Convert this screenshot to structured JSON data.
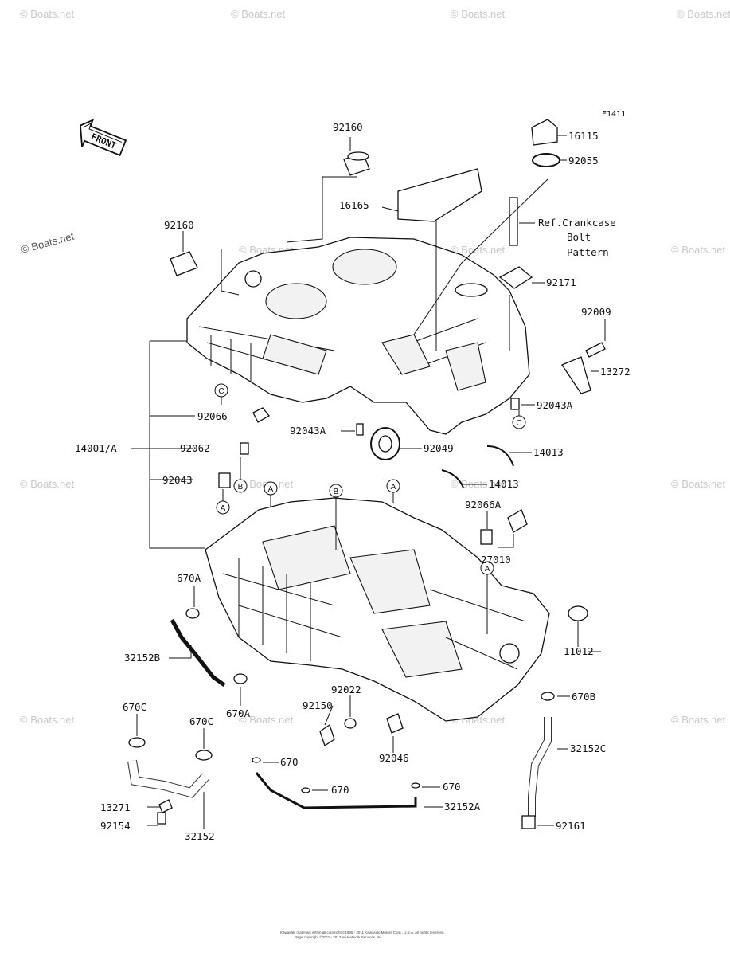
{
  "diagram_code": "E1411",
  "front_label": "FRONT",
  "watermark": "© Boats.net",
  "reference_note": [
    "Ref.Crankcase",
    "Bolt",
    "Pattern"
  ],
  "circle_refs": {
    "a": "A",
    "b": "B",
    "c": "C"
  },
  "parts": {
    "p92160_top": "92160",
    "p92160_left": "92160",
    "p16115": "16115",
    "p92055": "92055",
    "p16165": "16165",
    "p92171": "92171",
    "p92009": "92009",
    "p13272": "13272",
    "p92043A_right": "92043A",
    "p92066": "92066",
    "p14001A": "14001/A",
    "p92043A_mid": "92043A",
    "p92049": "92049",
    "p14013_a": "14013",
    "p92062": "92062",
    "p92043": "92043",
    "p14013_b": "14013",
    "p92066A": "92066A",
    "p27010": "27010",
    "p670A_top": "670A",
    "p11012": "11012",
    "p32152B": "32152B",
    "p670A_bot": "670A",
    "p92022": "92022",
    "p670B": "670B",
    "p92150": "92150",
    "p670C_left": "670C",
    "p670C_right": "670C",
    "p92046": "92046",
    "p670_a": "670",
    "p32152C": "32152C",
    "p670_b": "670",
    "p670_c": "670",
    "p13271": "13271",
    "p32152A": "32152A",
    "p92154": "92154",
    "p32152": "32152",
    "p92161": "92161"
  },
  "footer": [
    "Kawasaki materials within all copyright ©1995 - 2011 Kawasaki Motors Corp., U.S.A. All rights reserved.",
    "Page copyright ©2011 - 2013 Ari Network Services, Inc."
  ]
}
